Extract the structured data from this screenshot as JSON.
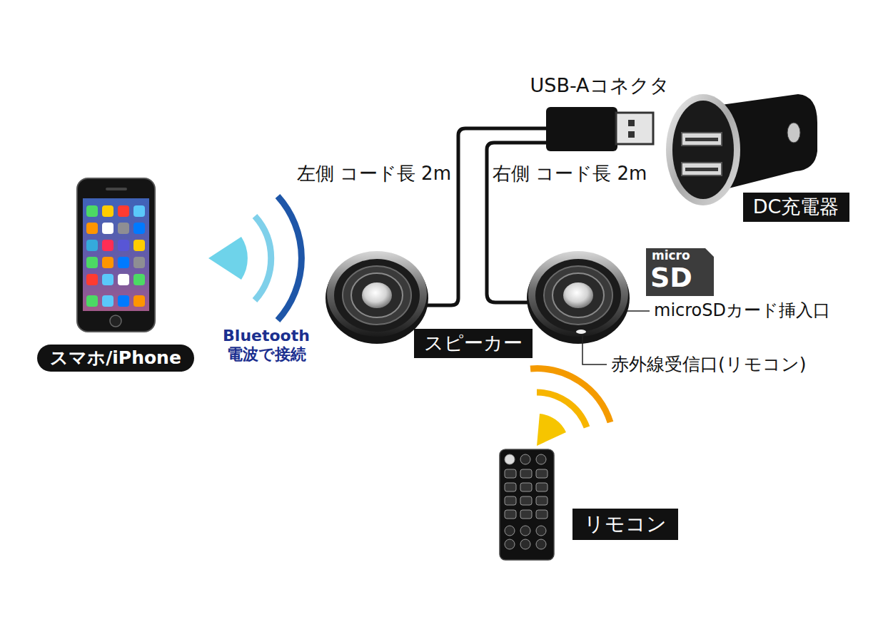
{
  "diagram": {
    "nodes": [
      {
        "text": [
          "DC充電器"
        ]
      },
      {
        "text": [
          "スピーカー"
        ]
      },
      {
        "text": [
          "スマホ/iPhone"
        ]
      },
      {
        "text": [
          "リモコン"
        ]
      }
    ],
    "labels": [
      "USB-Aコネクタ",
      "左側 コード長 2m",
      "右側 コード長 2m",
      "Bluetooth 電波で接続",
      "micro",
      "SD",
      "microSDカード挿入口",
      "赤外線受信口(リモコン)"
    ]
  }
}
